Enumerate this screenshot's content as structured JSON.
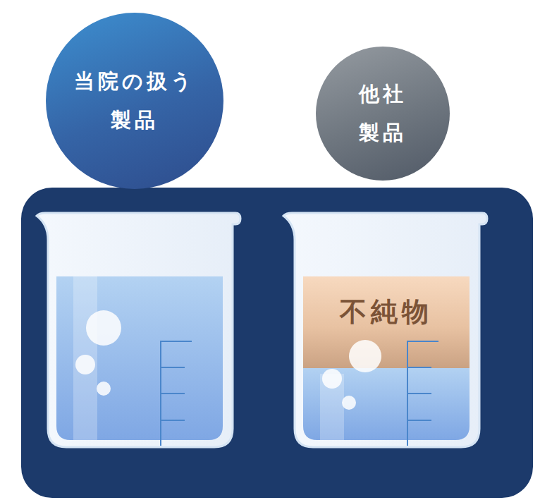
{
  "diagram": {
    "nodes": [
      {
        "text": [
          "当院の扱う 製品"
        ]
      },
      {
        "text": [
          "他社 製品"
        ]
      },
      {
        "text": [
          "不純物"
        ]
      }
    ]
  }
}
